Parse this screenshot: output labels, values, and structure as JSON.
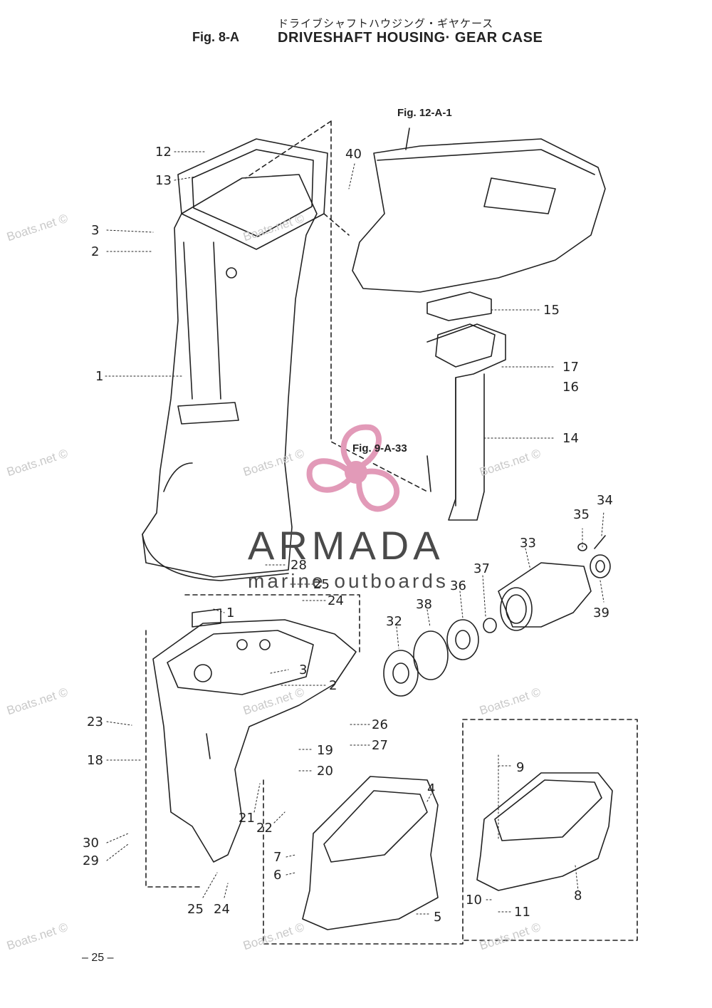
{
  "header": {
    "jp_title": "ドライブシャフトハウジング・ギヤケース",
    "fig_code": "Fig. 8-A",
    "title": "DRIVESHAFT HOUSING· GEAR CASE"
  },
  "refs": {
    "fig12": "Fig. 12-A-1",
    "fig9": "Fig. 9-A-33"
  },
  "parts": [
    {
      "id": "p12",
      "label": "12"
    },
    {
      "id": "p13",
      "label": "13"
    },
    {
      "id": "p3a",
      "label": "3"
    },
    {
      "id": "p2a",
      "label": "2"
    },
    {
      "id": "p1a",
      "label": "1"
    },
    {
      "id": "p40",
      "label": "40"
    },
    {
      "id": "p15",
      "label": "15"
    },
    {
      "id": "p17",
      "label": "17"
    },
    {
      "id": "p16",
      "label": "16"
    },
    {
      "id": "p14",
      "label": "14"
    },
    {
      "id": "p34",
      "label": "34"
    },
    {
      "id": "p35",
      "label": "35"
    },
    {
      "id": "p33",
      "label": "33"
    },
    {
      "id": "p37",
      "label": "37"
    },
    {
      "id": "p36",
      "label": "36"
    },
    {
      "id": "p38",
      "label": "38"
    },
    {
      "id": "p32",
      "label": "32"
    },
    {
      "id": "p39",
      "label": "39"
    },
    {
      "id": "p28",
      "label": "28"
    },
    {
      "id": "p25a",
      "label": "25"
    },
    {
      "id": "p24a",
      "label": "24"
    },
    {
      "id": "p1b",
      "label": "1"
    },
    {
      "id": "p3b",
      "label": "3"
    },
    {
      "id": "p2b",
      "label": "2"
    },
    {
      "id": "p26",
      "label": "26"
    },
    {
      "id": "p27",
      "label": "27"
    },
    {
      "id": "p23",
      "label": "23"
    },
    {
      "id": "p18",
      "label": "18"
    },
    {
      "id": "p19",
      "label": "19"
    },
    {
      "id": "p20",
      "label": "20"
    },
    {
      "id": "p21",
      "label": "21"
    },
    {
      "id": "p22",
      "label": "22"
    },
    {
      "id": "p4",
      "label": "4"
    },
    {
      "id": "p9",
      "label": "9"
    },
    {
      "id": "p30",
      "label": "30"
    },
    {
      "id": "p29",
      "label": "29"
    },
    {
      "id": "p7",
      "label": "7"
    },
    {
      "id": "p6",
      "label": "6"
    },
    {
      "id": "p8",
      "label": "8"
    },
    {
      "id": "p10",
      "label": "10"
    },
    {
      "id": "p11",
      "label": "11"
    },
    {
      "id": "p5",
      "label": "5"
    },
    {
      "id": "p25b",
      "label": "25"
    },
    {
      "id": "p24b",
      "label": "24"
    }
  ],
  "watermark": {
    "site": "Boats.net ©",
    "brand": "ARMADA",
    "brand_sub": "marine outboards"
  },
  "footer": {
    "page": "– 25 –"
  },
  "colors": {
    "ink": "#222222",
    "logo_pink": "#e29ab8",
    "watermark_gray": "#c9c9c9"
  }
}
